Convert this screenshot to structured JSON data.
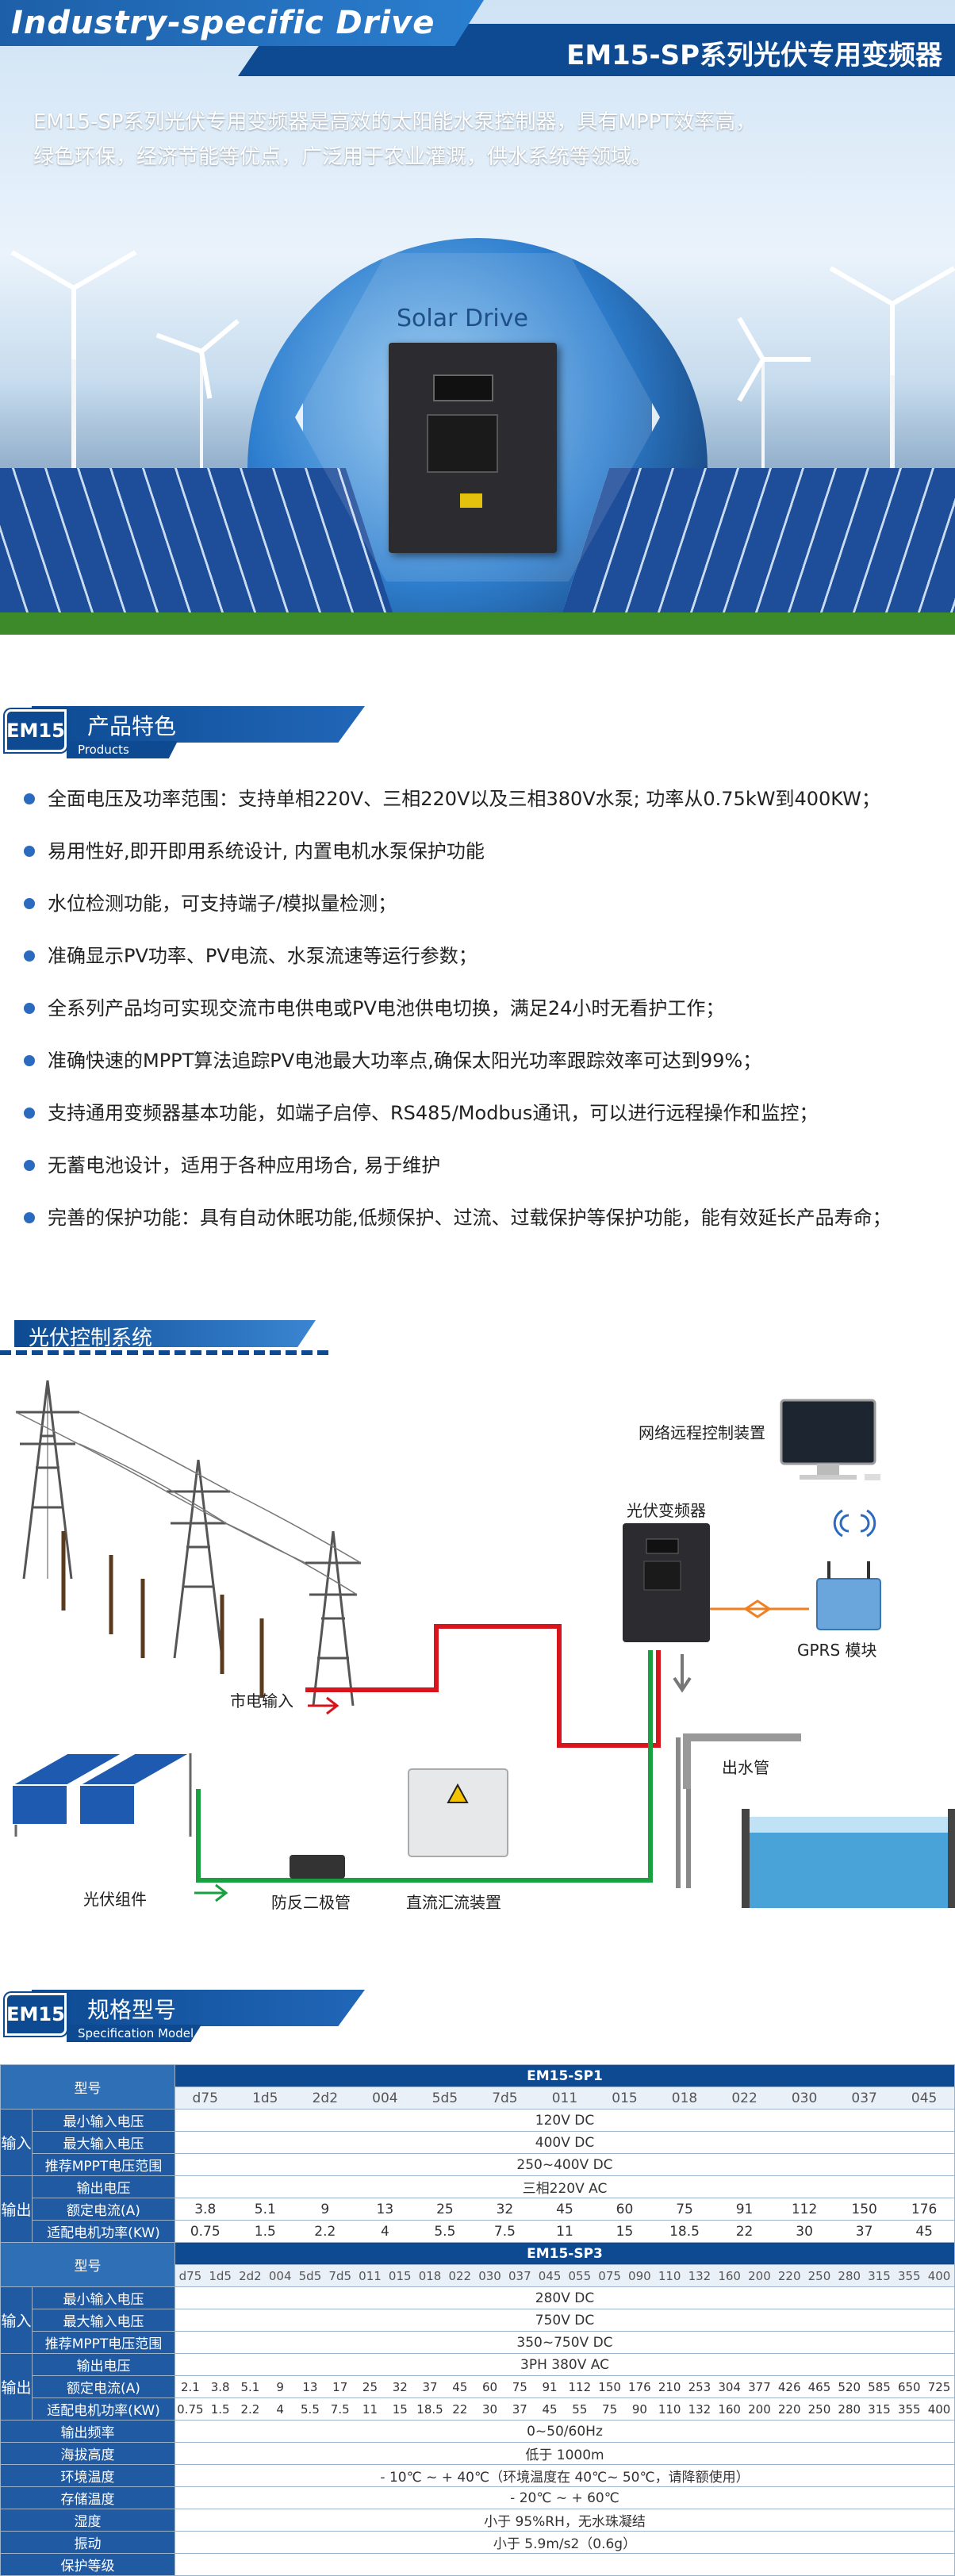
{
  "banner": {
    "left_title": "Industry-specific Drive",
    "right_title": "EM15-SP系列光伏专用变频器",
    "intro_line1": "EM15-SP系列光伏专用变频器是高效的太阳能水泵控制器，具有MPPT效率高，",
    "intro_line2": "绿色环保，经济节能等优点，广泛用于农业灌溉，供水系统等领域。",
    "product_caption": "Solar Drive"
  },
  "features_section": {
    "badge": "EM15",
    "title_zh": "产品特色",
    "title_en": "Products Feature",
    "items": [
      "全面电压及功率范围：支持单相220V、三相220V以及三相380V水泵; 功率从0.75kW到400KW；",
      "易用性好,即开即用系统设计, 内置电机水泵保护功能",
      "水位检测功能，可支持端子/模拟量检测；",
      "准确显示PV功率、PV电流、水泵流速等运行参数；",
      "全系列产品均可实现交流市电供电或PV电池供电切换，满足24小时无看护工作；",
      "准确快速的MPPT算法追踪PV电池最大功率点,确保太阳光功率跟踪效率可达到99%；",
      "支持通用变频器基本功能，如端子启停、RS485/Modbus通讯，可以进行远程操作和监控；",
      "无蓄电池设计，适用于各种应用场合, 易于维护",
      "完善的保护功能：具有自动休眠功能,低频保护、过流、过载保护等保护功能，能有效延长产品寿命；"
    ]
  },
  "system_section": {
    "title": "光伏控制系统",
    "labels": {
      "remote": "网络远程控制装置",
      "inverter": "光伏变频器",
      "gprs": "GPRS 模块",
      "grid": "市电输入",
      "outlet": "出水管",
      "pv": "光伏组件",
      "diode": "防反二极管",
      "combiner": "直流汇流装置"
    }
  },
  "spec_section": {
    "badge": "EM15",
    "title_zh": "规格型号",
    "title_en": "Specification Model",
    "model_label": "型号",
    "input_group": "输入",
    "output_group": "输出",
    "sp1": {
      "series": "EM15-SP1",
      "models": [
        "d75",
        "1d5",
        "2d2",
        "004",
        "5d5",
        "7d5",
        "011",
        "015",
        "018",
        "022",
        "030",
        "037",
        "045"
      ],
      "rows": {
        "max_in_label": "最小输入电压",
        "max_in_value": "120V DC",
        "maxv_label": "最大输入电压",
        "maxv_value": "400V DC",
        "mppt_label": "推荐MPPT电压范围",
        "mppt_value": "250~400V DC",
        "outv_label": "输出电压",
        "outv_value": "三相220V AC",
        "cur_label": "额定电流(A)",
        "current": [
          "3.8",
          "5.1",
          "9",
          "13",
          "25",
          "32",
          "45",
          "60",
          "75",
          "91",
          "112",
          "150",
          "176"
        ],
        "pow_label": "适配电机功率(KW)",
        "power": [
          "0.75",
          "1.5",
          "2.2",
          "4",
          "5.5",
          "7.5",
          "11",
          "15",
          "18.5",
          "22",
          "30",
          "37",
          "45"
        ]
      }
    },
    "sp3": {
      "series": "EM15-SP3",
      "models": [
        "d75",
        "1d5",
        "2d2",
        "004",
        "5d5",
        "7d5",
        "011",
        "015",
        "018",
        "022",
        "030",
        "037",
        "045",
        "055",
        "075",
        "090",
        "110",
        "132",
        "160",
        "200",
        "220",
        "250",
        "280",
        "315",
        "355",
        "400"
      ],
      "rows": {
        "min_label": "最小输入电压",
        "min_value": "280V DC",
        "max_label": "最大输入电压",
        "max_value": "750V DC",
        "mppt_label": "推荐MPPT电压范围",
        "mppt_value": "350~750V DC",
        "outv_label": "输出电压",
        "outv_value": "3PH 380V AC",
        "cur_label": "额定电流(A)",
        "current": [
          "2.1",
          "3.8",
          "5.1",
          "9",
          "13",
          "17",
          "25",
          "32",
          "37",
          "45",
          "60",
          "75",
          "91",
          "112",
          "150",
          "176",
          "210",
          "253",
          "304",
          "377",
          "426",
          "465",
          "520",
          "585",
          "650",
          "725"
        ],
        "pow_label": "适配电机功率(KW)",
        "power": [
          "0.75",
          "1.5",
          "2.2",
          "4",
          "5.5",
          "7.5",
          "11",
          "15",
          "18.5",
          "22",
          "30",
          "37",
          "45",
          "55",
          "75",
          "90",
          "110",
          "132",
          "160",
          "200",
          "220",
          "250",
          "280",
          "315",
          "355",
          "400"
        ]
      }
    },
    "common": [
      {
        "label": "输出频率",
        "value": "0~50/60Hz"
      },
      {
        "label": "海拔高度",
        "value": "低于 1000m"
      },
      {
        "label": "环境温度",
        "value": "- 10℃ ~ + 40℃（环境温度在 40℃~ 50℃，请降额使用）"
      },
      {
        "label": "存储温度",
        "value": "- 20℃ ~ + 60℃"
      },
      {
        "label": "湿度",
        "value": "小于 95%RH，无水珠凝结"
      },
      {
        "label": "振动",
        "value": "小于 5.9m/s2（0.6g）"
      },
      {
        "label": "保护等级",
        "value": ""
      }
    ]
  }
}
